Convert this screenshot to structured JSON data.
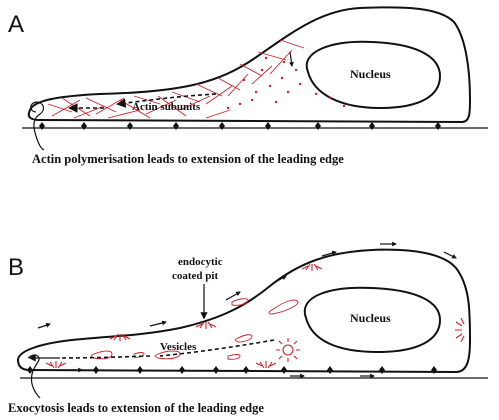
{
  "panel_a": {
    "letter": "A",
    "nucleus_label": "Nucleus",
    "arrow_label": "Actin subunits",
    "caption": "Actin polymerisation leads to extension of the leading edge"
  },
  "panel_b": {
    "letter": "B",
    "pit_label_line1": "endocytic",
    "pit_label_line2": "coated pit",
    "nucleus_label": "Nucleus",
    "arrow_label": "Vesicles",
    "caption": "Exocytosis leads to extension of the leading edge"
  },
  "colors": {
    "actin": "#d0202a",
    "outline": "#111111"
  }
}
